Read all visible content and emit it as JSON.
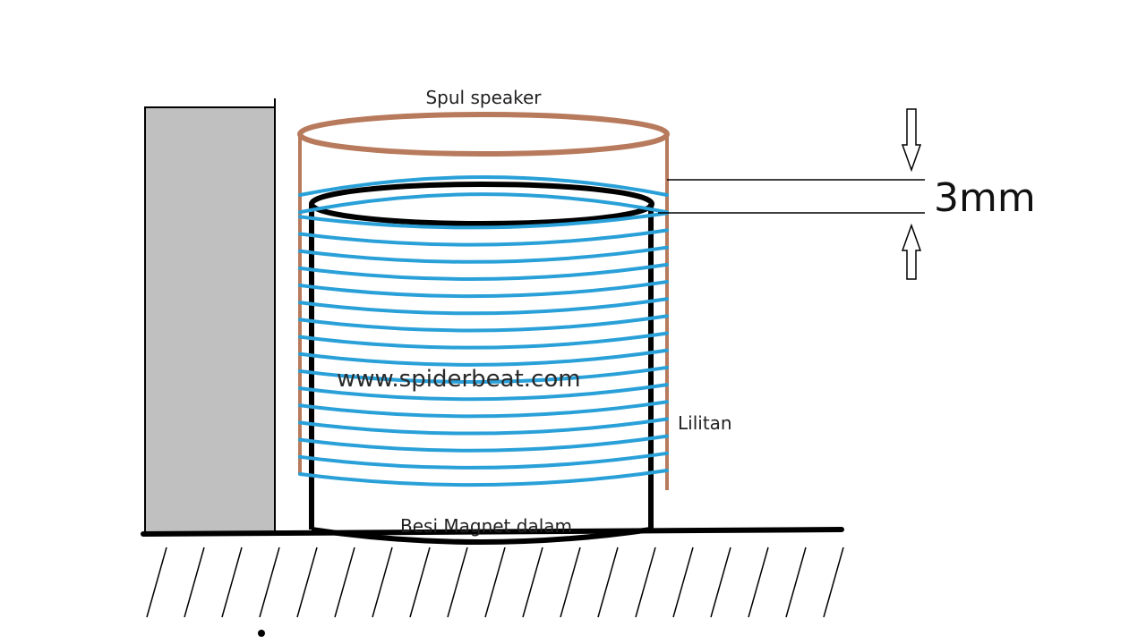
{
  "labels": {
    "coil_title": "Spul speaker",
    "gap": "3mm",
    "watermark": "www.spiderbeat.com",
    "winding": "Lilitan",
    "magnet": "Besi Magnet dalam"
  },
  "colors": {
    "coil_former": "#b87a5c",
    "winding": "#2aa0d8",
    "magnet_outline": "#000000",
    "pole_plate": "#c0c0c0",
    "ground_hatch": "#000000"
  },
  "winding_turns": 18
}
